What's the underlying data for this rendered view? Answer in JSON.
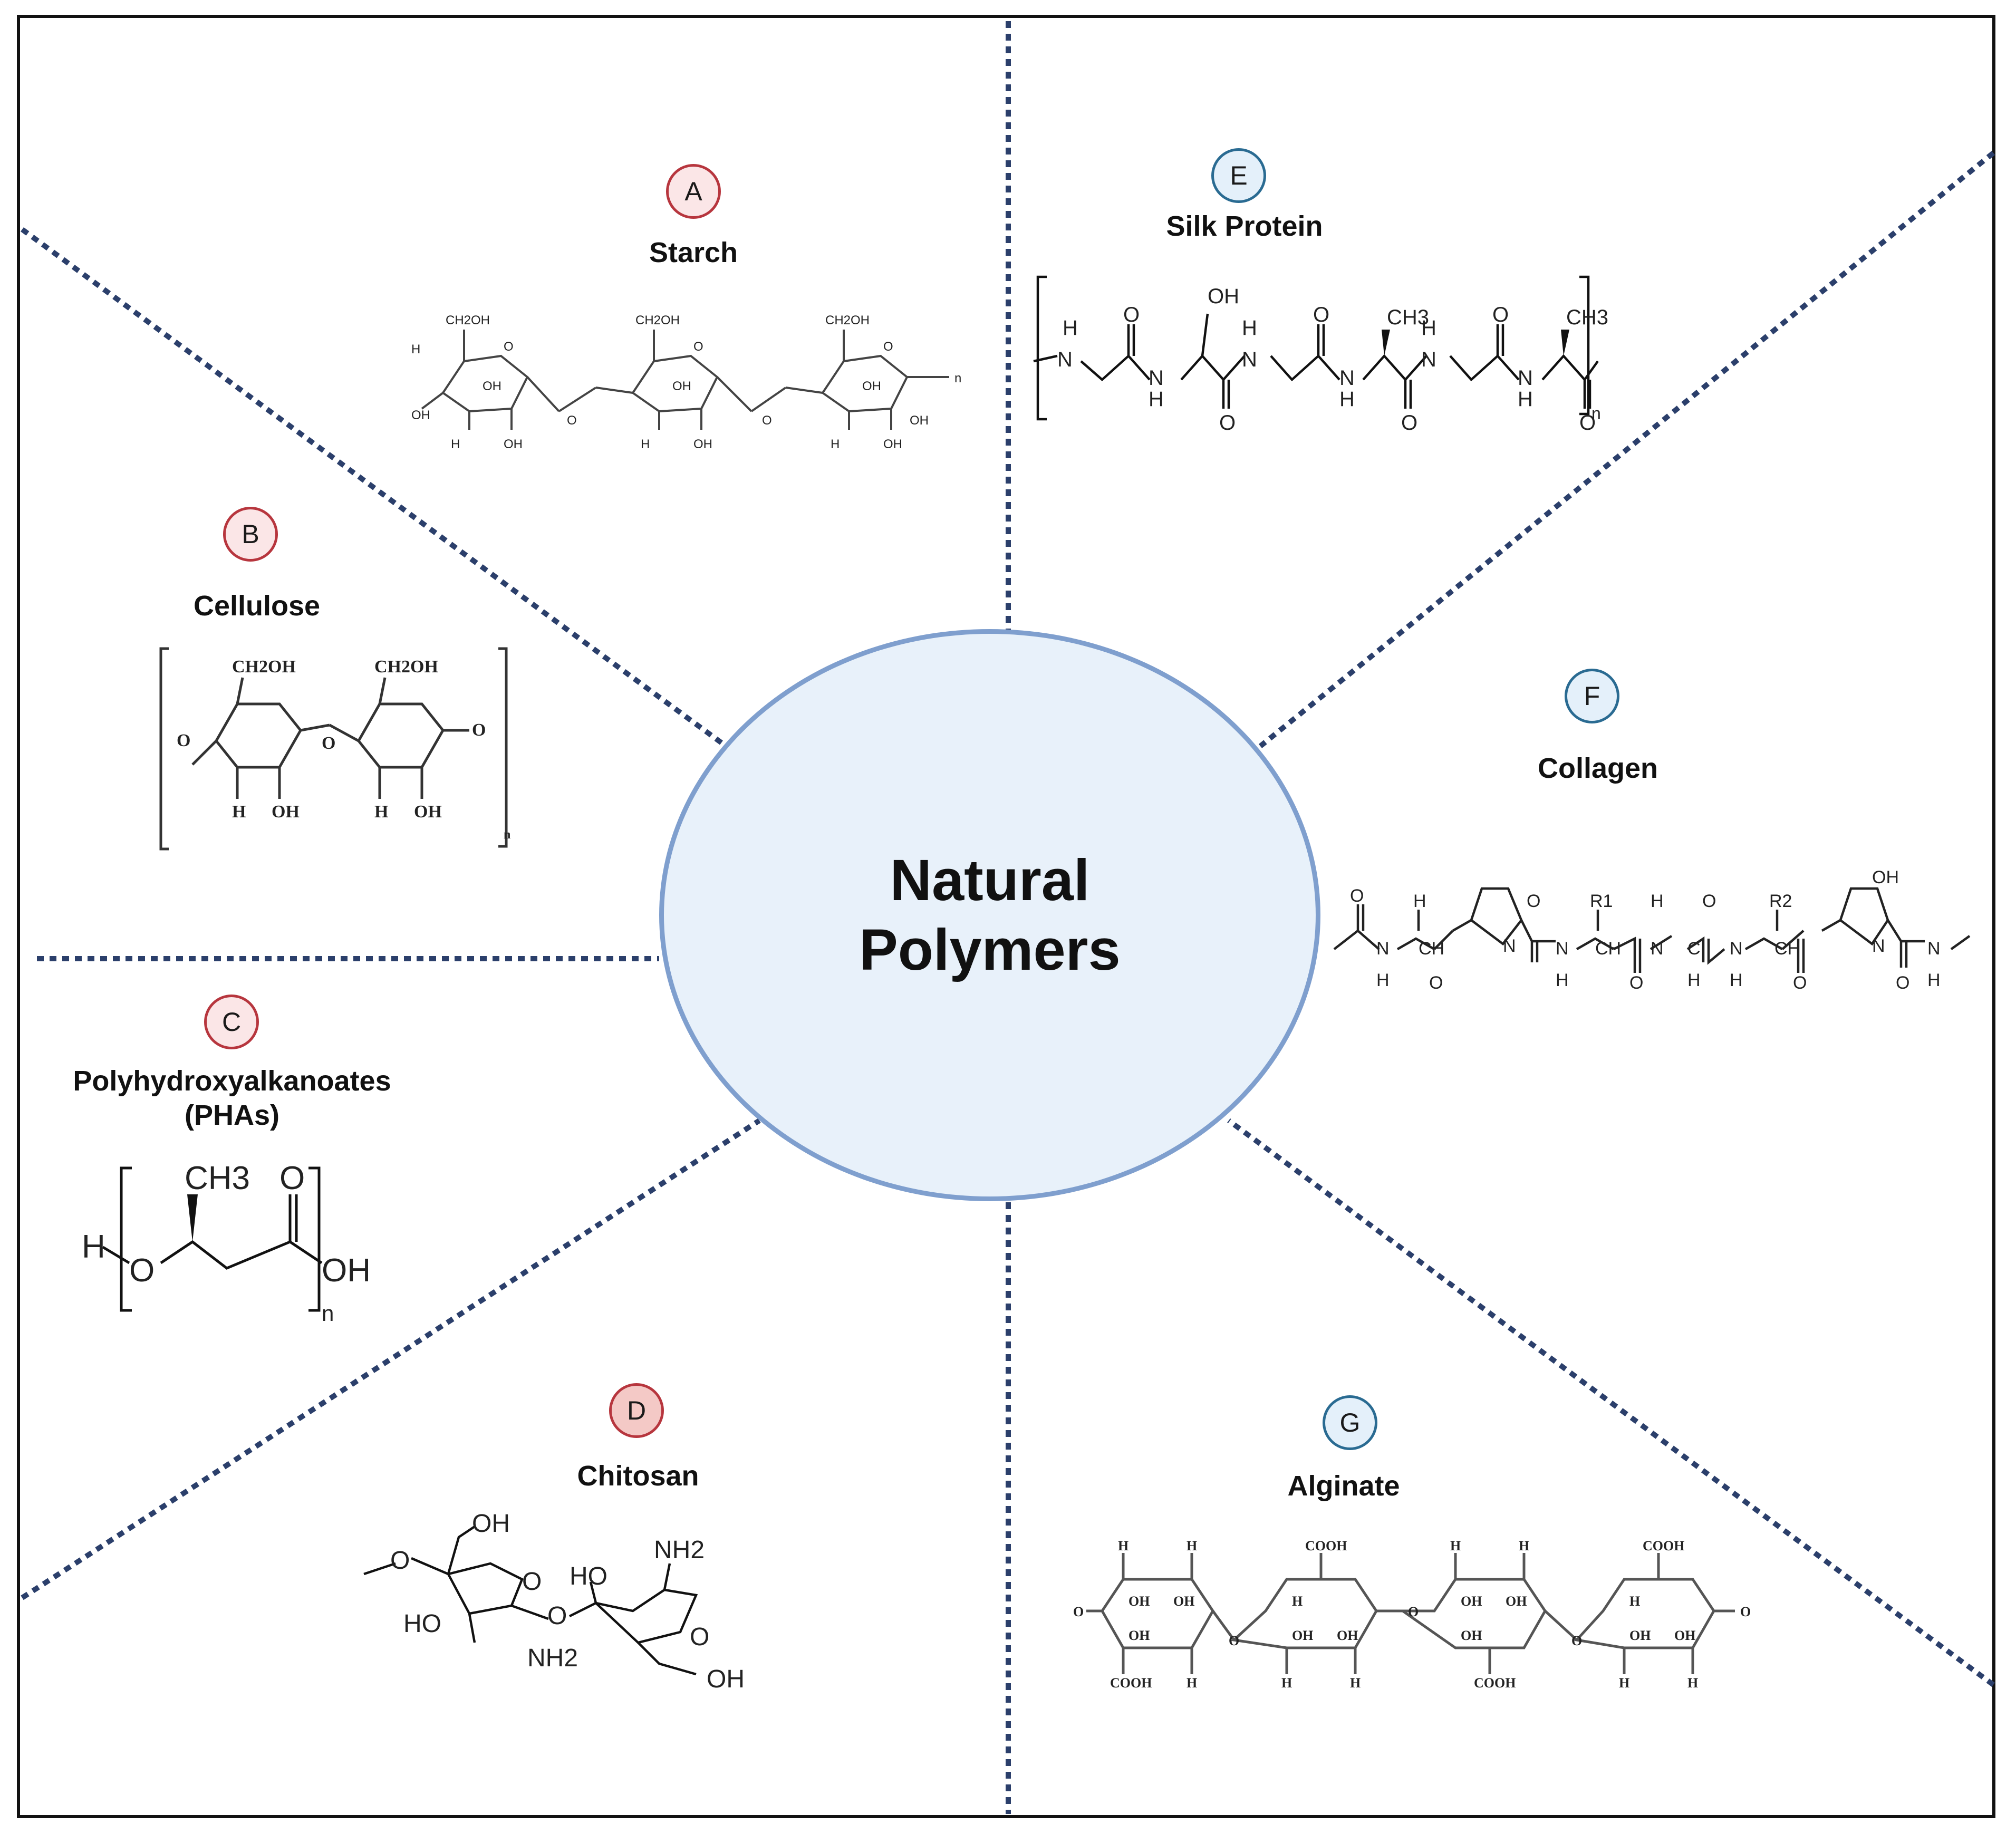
{
  "title": {
    "line1": "Natural",
    "line2": "Polymers"
  },
  "colors": {
    "divider": "#2b3f6b",
    "center_fill": "#e8f1fa",
    "center_border": "#7f9fce",
    "plant_badge": "#b7363e",
    "protein_badge": "#2a6b92"
  },
  "polymers": [
    {
      "letter": "A",
      "name": "Starch",
      "structure": "starch-structure"
    },
    {
      "letter": "B",
      "name": "Cellulose",
      "structure": "cellulose-structure"
    },
    {
      "letter": "C",
      "name_line1": "Polyhydroxyalkanoates",
      "name_line2": "(PHAs)",
      "structure": "pha-structure"
    },
    {
      "letter": "D",
      "name": "Chitosan",
      "structure": "chitosan-structure"
    },
    {
      "letter": "E",
      "name": "Silk Protein",
      "structure": "silk-protein-structure"
    },
    {
      "letter": "F",
      "name": "Collagen",
      "structure": "collagen-structure"
    },
    {
      "letter": "G",
      "name": "Alginate",
      "structure": "alginate-structure"
    }
  ],
  "structures": {
    "starch": {
      "ch2oh": "CH2OH",
      "h": "H",
      "oh": "OH",
      "o": "O",
      "n": "n"
    },
    "cellulose": {
      "ch2oh": "CH2OH",
      "h": "H",
      "oh": "OH",
      "o": "O",
      "n": "n"
    },
    "pha": {
      "h": "H",
      "o": "O",
      "ch3": "CH3",
      "oh": "OH",
      "n": "n"
    },
    "chitosan": {
      "oh": "OH",
      "ho": "HO",
      "nh2": "NH2",
      "o": "O"
    },
    "silk": {
      "h": "H",
      "n": "N",
      "o": "O",
      "oh": "OH",
      "ch3": "CH3",
      "sub_n": "n"
    },
    "collagen": {
      "h": "H",
      "n": "N",
      "o": "O",
      "ch": "CH",
      "c": "C",
      "r1": "R1",
      "r2": "R2",
      "oh": "OH"
    },
    "alginate": {
      "h": "H",
      "oh": "OH",
      "cooh": "COOH",
      "o": "O"
    }
  }
}
